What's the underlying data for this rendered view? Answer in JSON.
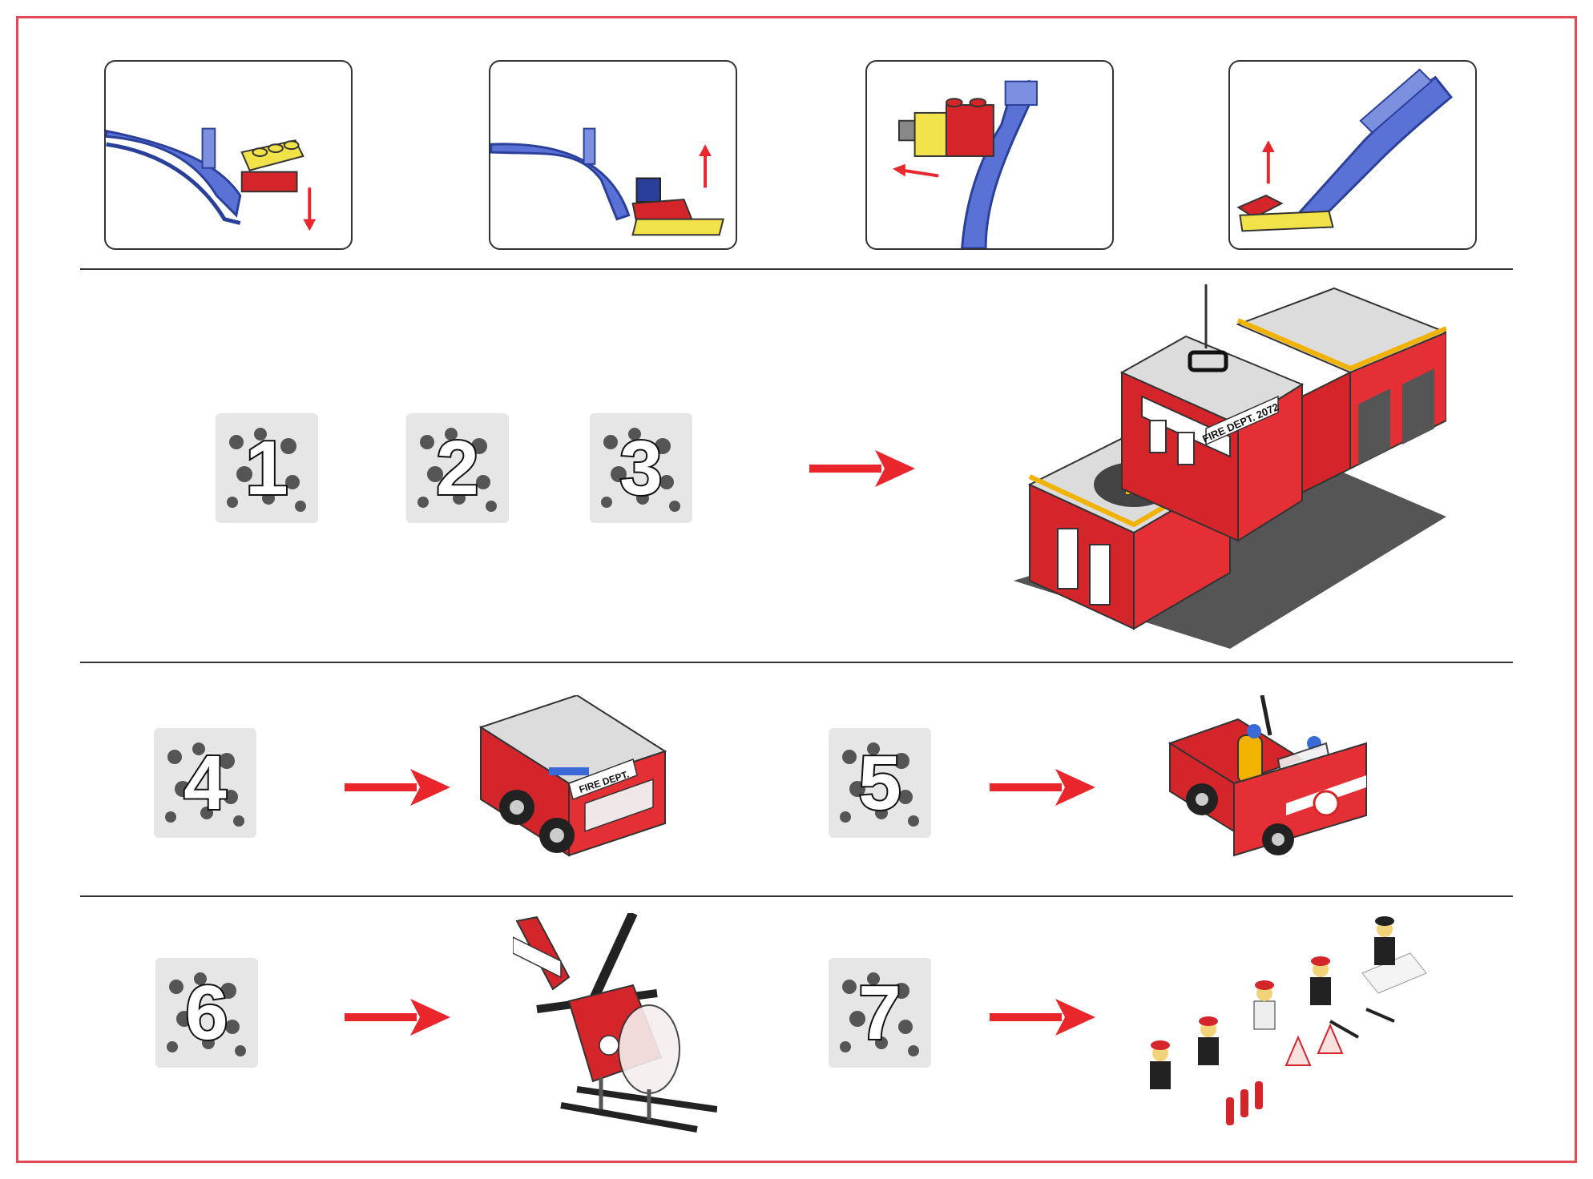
{
  "page": {
    "border_color": "#e04a55",
    "accent_red": "#e8262b",
    "brick_yellow": "#f2e24a",
    "ramp_blue": "#4a63c8"
  },
  "instruction_panels": [
    {
      "step_icon": "down-arrow-icon",
      "description_icon": "yellow-plate-on-red-brick"
    },
    {
      "step_icon": "up-arrow-icon",
      "description_icon": "red-plate-on-yellow-plate"
    },
    {
      "step_icon": "left-arrow-icon",
      "description_icon": "red-yellow-brick-on-ramp"
    },
    {
      "step_icon": "up-arrow-icon",
      "description_icon": "red-plate-on-yellow-plate"
    }
  ],
  "bags": {
    "bag1": "1",
    "bag2": "2",
    "bag3": "3",
    "bag4": "4",
    "bag5": "5",
    "bag6": "6",
    "bag7": "7"
  },
  "models": {
    "fire_station": {
      "sign": "FIRE DEPT. 2072",
      "helipad": "H",
      "icon": "fire-station"
    },
    "fire_engine": {
      "sign": "FIRE DEPT.",
      "icon": "fire-engine"
    },
    "fire_pickup": {
      "icon": "fire-pickup-truck"
    },
    "helicopter": {
      "icon": "fire-helicopter"
    },
    "minifigures": {
      "icon": "firefighter-minifigures"
    }
  }
}
